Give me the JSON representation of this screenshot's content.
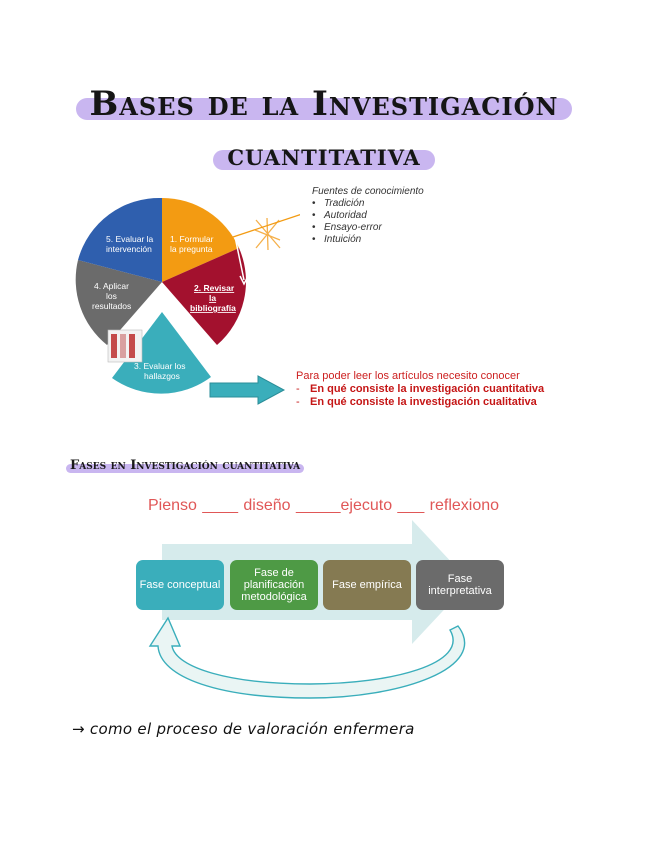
{
  "title": {
    "line1": "Bases de la Investigación",
    "line2": "cuantitativa"
  },
  "cycle": {
    "segments": [
      {
        "number": "1.",
        "label": "Formular la pregunta",
        "color": "#f39b12"
      },
      {
        "number": "2.",
        "label": "Revisar la bibliografía",
        "color": "#a3112e"
      },
      {
        "number": "3.",
        "label": "Evaluar los hallazgos",
        "color": "#3aaebb"
      },
      {
        "number": "4.",
        "label": "Aplicar los resultados",
        "color": "#6b6b6b"
      },
      {
        "number": "5.",
        "label": "Evaluar la intervención",
        "color": "#2f5fae"
      }
    ],
    "text": {
      "s1a": "1. Formular",
      "s1b": "la pregunta",
      "s2a": "2. Revisar",
      "s2b": "la",
      "s2c": "bibliografía",
      "s3a": "3. Evaluar los",
      "s3b": "hallazgos",
      "s4a": "4. Aplicar",
      "s4b": "los",
      "s4c": "resultados",
      "s5a": "5. Evaluar la",
      "s5b": "intervención"
    }
  },
  "sources": {
    "heading": "Fuentes de conocimiento",
    "items": [
      "Tradición",
      "Autoridad",
      "Ensayo-error",
      "Intuición"
    ]
  },
  "note": {
    "lead": "Para poder leer los artículos necesito conocer",
    "items": [
      "En qué consiste la investigación cuantitativa",
      "En qué consiste la investigación cualitativa"
    ]
  },
  "phases_heading": "Fases en Investigación cuantitativa",
  "steps_text": "Pienso ____ diseño _____ejecuto ___ reflexiono",
  "phases": [
    {
      "label": "Fase conceptual",
      "color": "#3aaebb"
    },
    {
      "label": "Fase de planificación metodológica",
      "color": "#4e9a45"
    },
    {
      "label": "Fase empírica",
      "color": "#857a52"
    },
    {
      "label": "Fase interpretativa",
      "color": "#6b6b6b"
    }
  ],
  "hand_note": "→ como el proceso de valoración enfermera"
}
